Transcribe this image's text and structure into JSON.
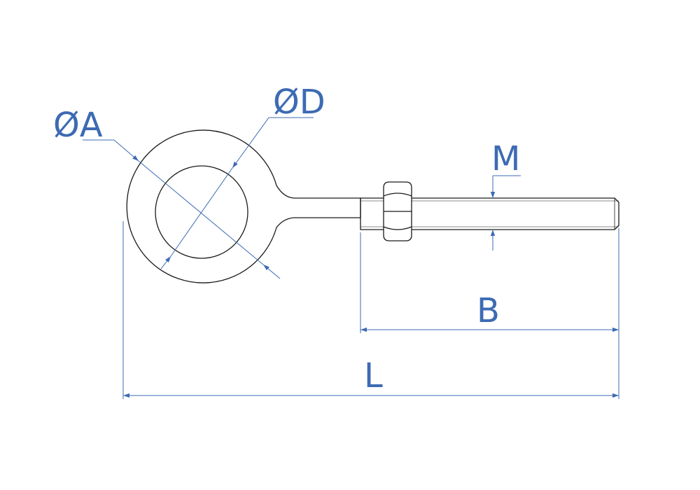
{
  "colors": {
    "outline": "#1a1a1a",
    "dimension": "#3d6bb3",
    "background": "#ffffff"
  },
  "labels": {
    "outer_diameter": "ØA",
    "inner_diameter": "ØD",
    "thread": "M",
    "thread_length": "B",
    "total_length": "L"
  }
}
